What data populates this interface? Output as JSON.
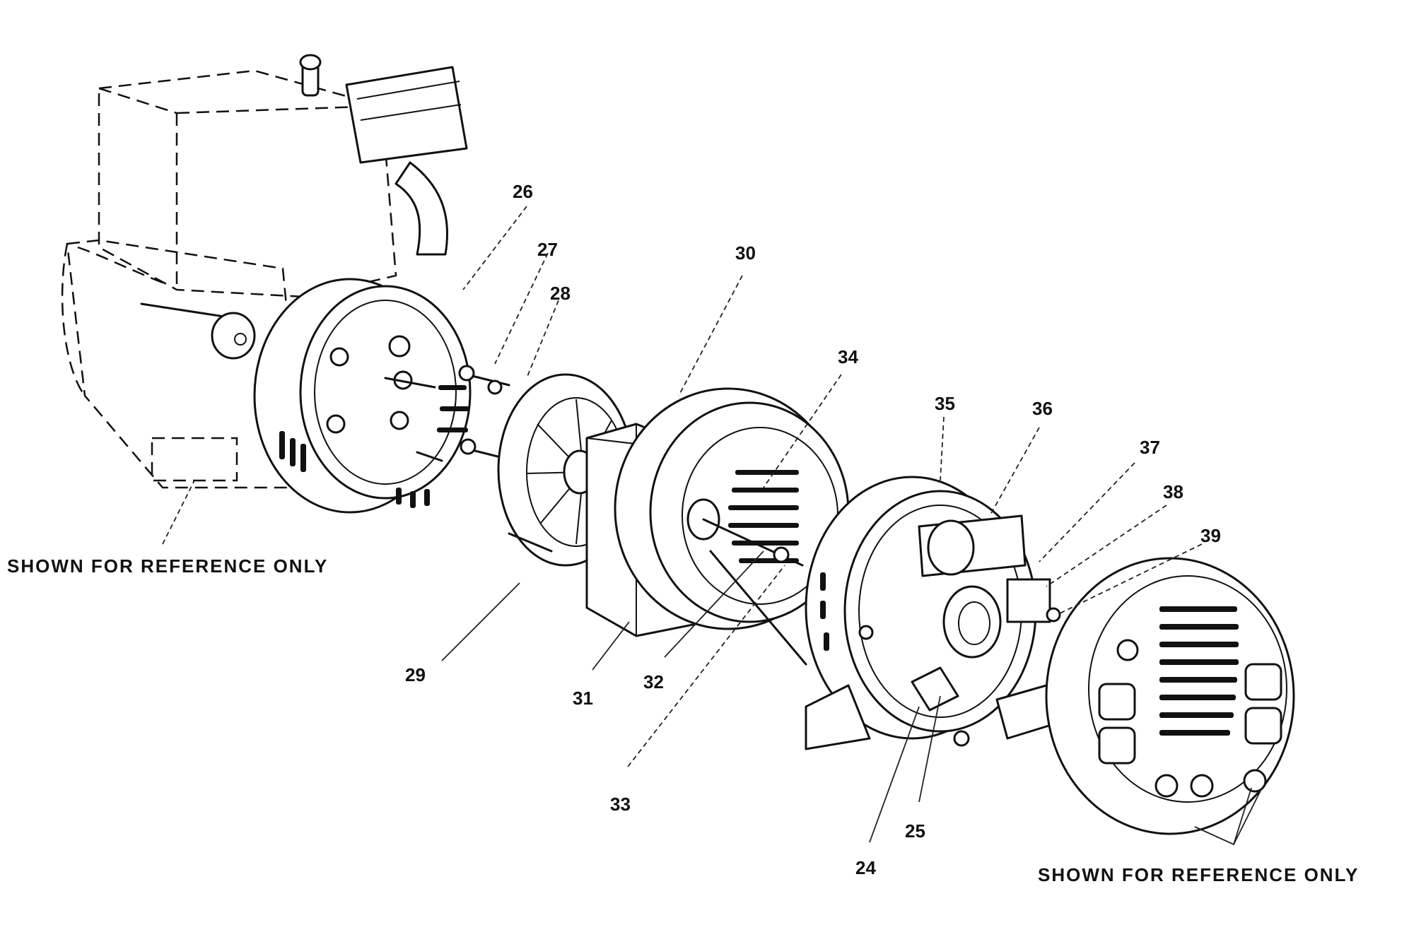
{
  "diagram": {
    "reference_note_left": "SHOWN FOR REFERENCE ONLY",
    "reference_note_right": "SHOWN FOR REFERENCE ONLY",
    "callouts": [
      {
        "id": "c24",
        "label": "24"
      },
      {
        "id": "c25",
        "label": "25"
      },
      {
        "id": "c26",
        "label": "26"
      },
      {
        "id": "c27",
        "label": "27"
      },
      {
        "id": "c28",
        "label": "28"
      },
      {
        "id": "c29",
        "label": "29"
      },
      {
        "id": "c30",
        "label": "30"
      },
      {
        "id": "c31",
        "label": "31"
      },
      {
        "id": "c32",
        "label": "32"
      },
      {
        "id": "c33",
        "label": "33"
      },
      {
        "id": "c34",
        "label": "34"
      },
      {
        "id": "c35",
        "label": "35"
      },
      {
        "id": "c36",
        "label": "36"
      },
      {
        "id": "c37",
        "label": "37"
      },
      {
        "id": "c38",
        "label": "38"
      },
      {
        "id": "c39",
        "label": "39"
      }
    ]
  }
}
